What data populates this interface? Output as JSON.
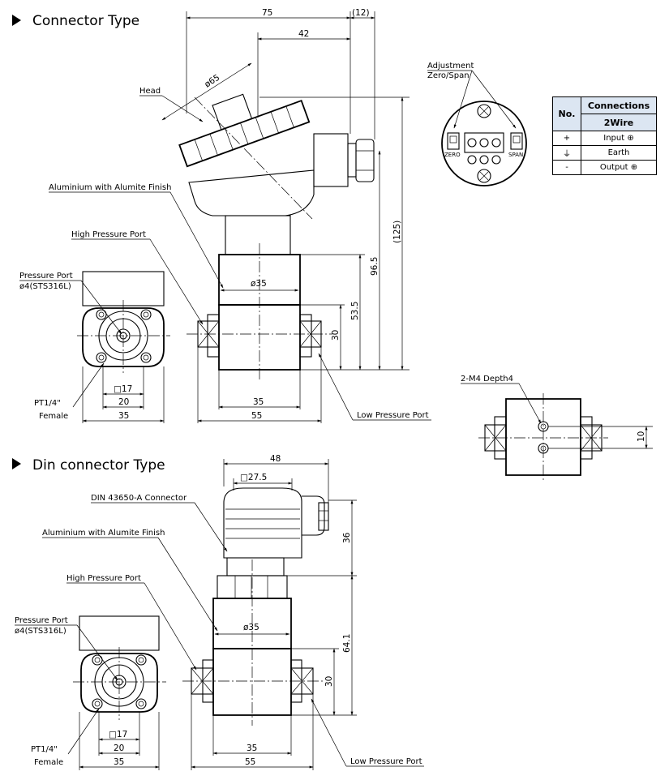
{
  "sections": {
    "connector_title": "Connector Type",
    "din_title": "Din connector Type"
  },
  "top_labels": {
    "head": "Head",
    "aluminium": "Aluminium with Alumite Finish",
    "high_port": "High Pressure Port",
    "pressure_port": "Pressure Port",
    "pressure_port_spec": "ø4(STS316L)",
    "pt": "PT1/4\"",
    "female": "Female",
    "low_port": "Low Pressure Port",
    "adjustment": "Adjustment",
    "zero_span": "Zero/Span",
    "zero": "ZERO",
    "span": "SPAN",
    "m4": "2-M4 Depth4"
  },
  "top_dims": {
    "d75": "75",
    "d12": "(12)",
    "d42": "42",
    "d65": "ø65",
    "d125": "(125)",
    "d96": "96.5",
    "d53": "53.5",
    "d30": "30",
    "d35dia": "ø35",
    "d35": "35",
    "d55": "55",
    "sq17": "□17",
    "d20": "20",
    "d35s": "35",
    "d10": "10"
  },
  "bottom_labels": {
    "din": "DIN 43650-A Connector",
    "aluminium": "Aluminium with Alumite Finish",
    "high_port": "High Pressure Port",
    "pressure_port": "Pressure Port",
    "pressure_port_spec": "ø4(STS316L)",
    "pt": "PT1/4\"",
    "female": "Female",
    "low_port": "Low Pressure Port"
  },
  "bottom_dims": {
    "d48": "48",
    "sq275": "□27.5",
    "d36": "36",
    "d641": "64.1",
    "d30": "30",
    "d35dia": "ø35",
    "d35": "35",
    "d55": "55",
    "sq17": "□17",
    "d20": "20",
    "d35s": "35"
  },
  "connections": {
    "col_no": "No.",
    "col_title": "Connections",
    "col_sub": "2Wire",
    "rows": [
      {
        "no": "+",
        "value": "Input ⊕"
      },
      {
        "no": "⏚",
        "value": "Earth"
      },
      {
        "no": "-",
        "value": "Output ⊕"
      }
    ]
  }
}
